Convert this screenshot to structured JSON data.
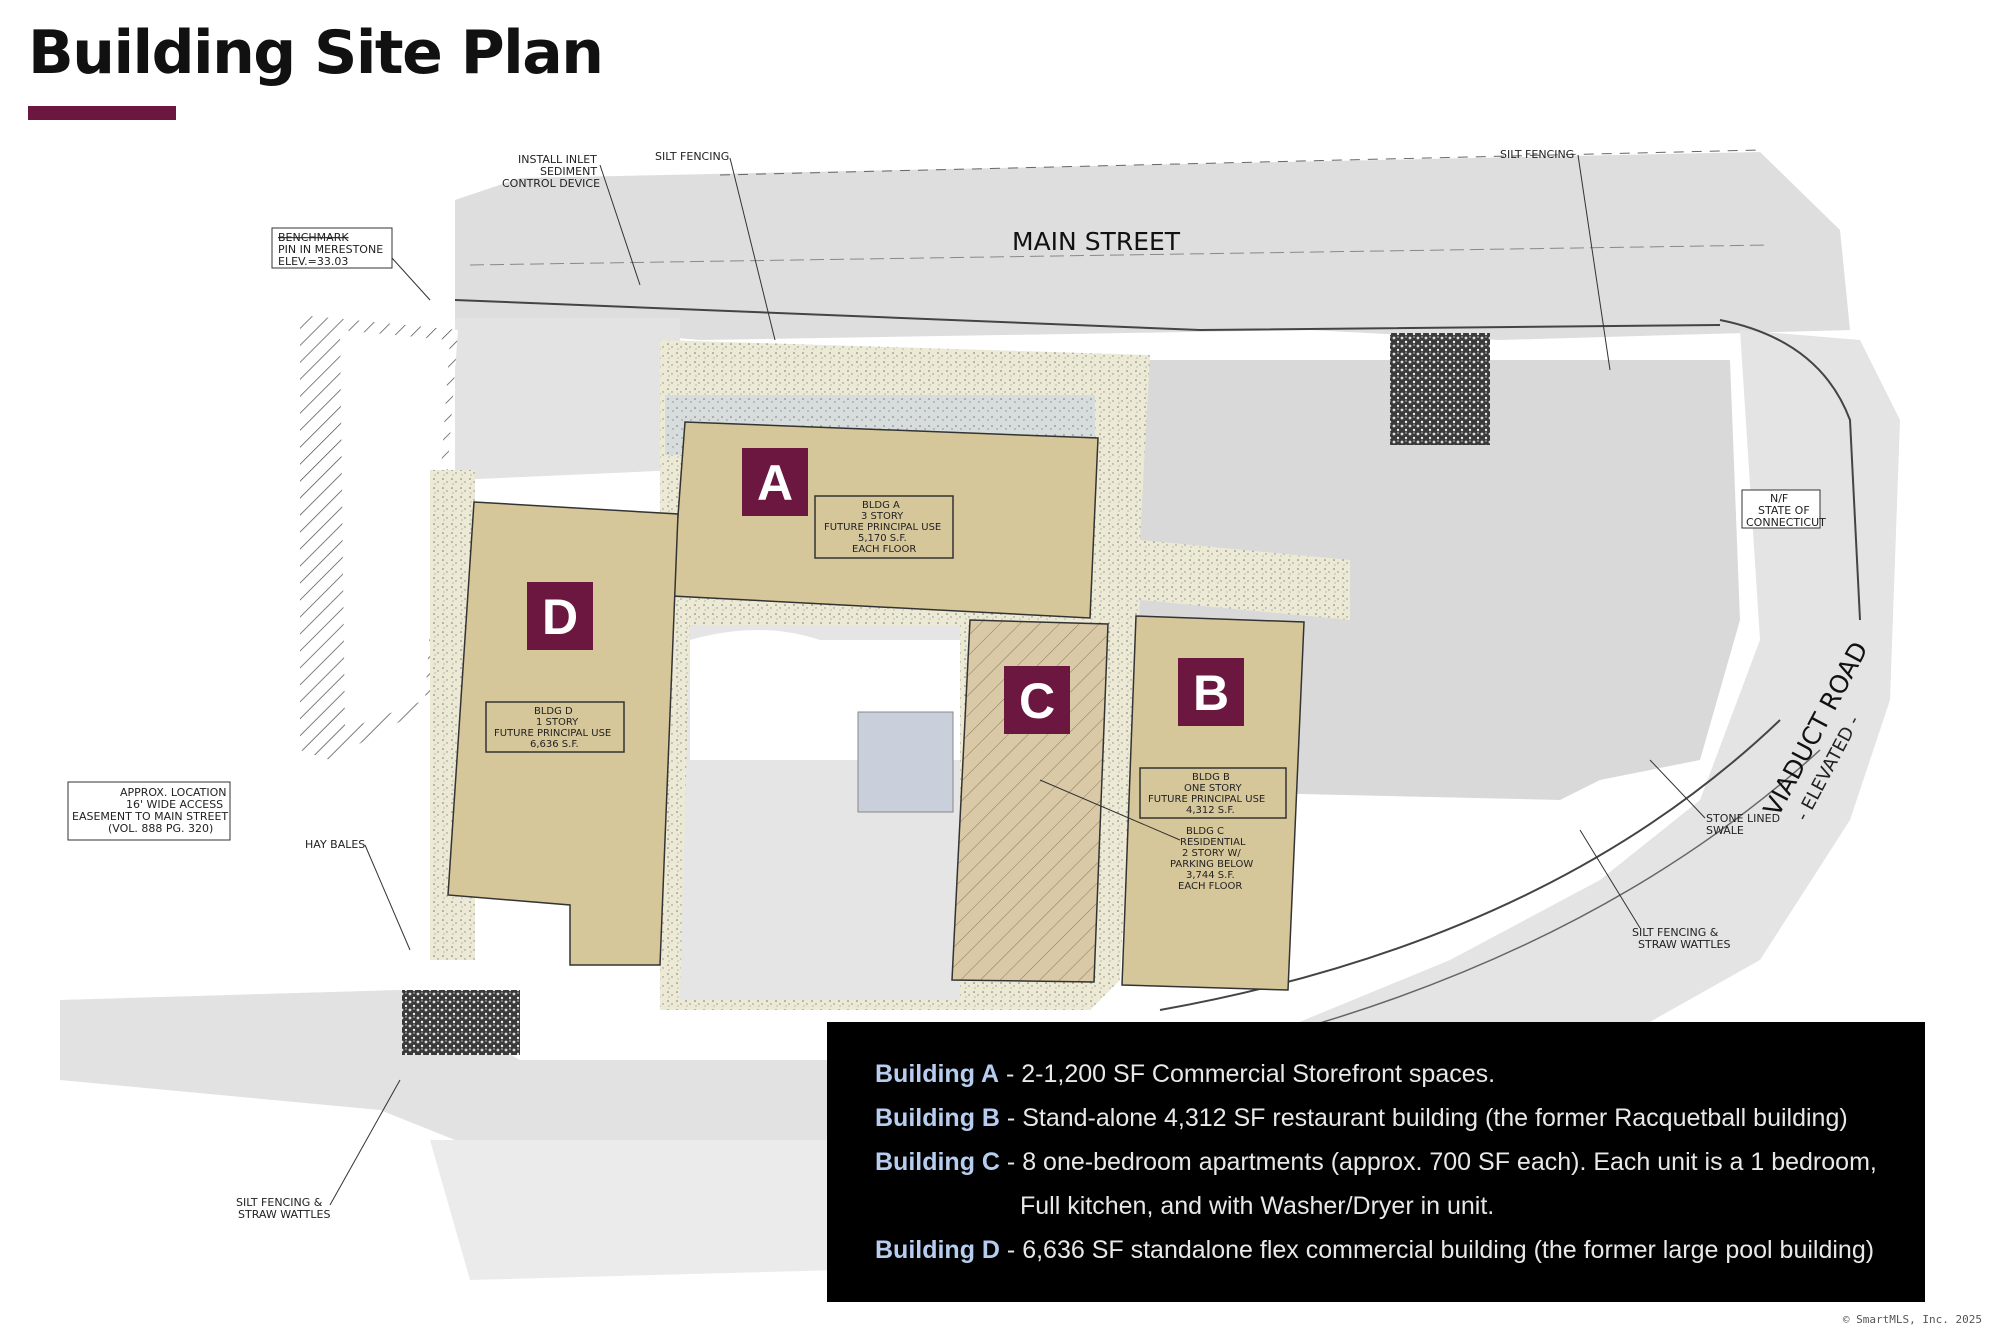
{
  "header": {
    "title": "Building Site Plan"
  },
  "plan": {
    "street_labels": [
      "MAIN STREET",
      "VIADUCT ROAD",
      "- ELEVATED -"
    ],
    "notes": {
      "inlet": [
        "INSTALL INLET",
        "SEDIMENT",
        "CONTROL DEVICE"
      ],
      "silt_fencing": "SILT FENCING",
      "benchmark": [
        "BENCHMARK",
        "PIN IN MERESTONE",
        "ELEV.=33.03"
      ],
      "easement": [
        "APPROX. LOCATION",
        "16' WIDE ACCESS",
        "EASEMENT TO MAIN STREET",
        "(VOL. 888 PG. 320)"
      ],
      "hay_bales": "HAY BALES",
      "silt_fencing_straw": [
        "SILT FENCING &",
        "STRAW WATTLES"
      ],
      "state_ct": [
        "N/F",
        "STATE OF",
        "CONNECTICUT"
      ],
      "stone_swale": [
        "STONE LINED",
        "SWALE"
      ]
    },
    "buildings": [
      {
        "letter": "A",
        "label": [
          "BLDG A",
          "3 STORY",
          "FUTURE PRINCIPAL USE",
          "5,170 S.F.",
          "EACH FLOOR"
        ]
      },
      {
        "letter": "B",
        "label": [
          "BLDG B",
          "ONE STORY",
          "FUTURE PRINCIPAL USE",
          "4,312 S.F."
        ]
      },
      {
        "letter": "C",
        "label": [
          "BLDG C",
          "RESIDENTIAL",
          "2 STORY W/",
          "PARKING BELOW",
          "3,744 S.F.",
          "EACH FLOOR"
        ]
      },
      {
        "letter": "D",
        "label": [
          "BLDG D",
          "1 STORY",
          "FUTURE PRINCIPAL USE",
          "6,636 S.F."
        ]
      }
    ],
    "colors": {
      "building_fill": "#d6c79a",
      "badge": "#6b1740",
      "road": "#dedede",
      "sidewalk": "#e9e6cf"
    }
  },
  "legend": [
    {
      "name": "Building A",
      "desc": " - 2-1,200 SF Commercial Storefront spaces."
    },
    {
      "name": "Building B",
      "desc": " - Stand-alone 4,312 SF restaurant building (the former Racquetball building)"
    },
    {
      "name": "Building C",
      "desc": " - 8 one-bedroom apartments (approx. 700 SF each). Each unit is a 1 bedroom,"
    },
    {
      "name": "",
      "desc": "Full kitchen, and with Washer/Dryer in unit."
    },
    {
      "name": "Building D",
      "desc": " - 6,636 SF standalone flex commercial building (the former large pool building)"
    }
  ],
  "footer": {
    "copyright": "© SmartMLS, Inc.  2025"
  }
}
